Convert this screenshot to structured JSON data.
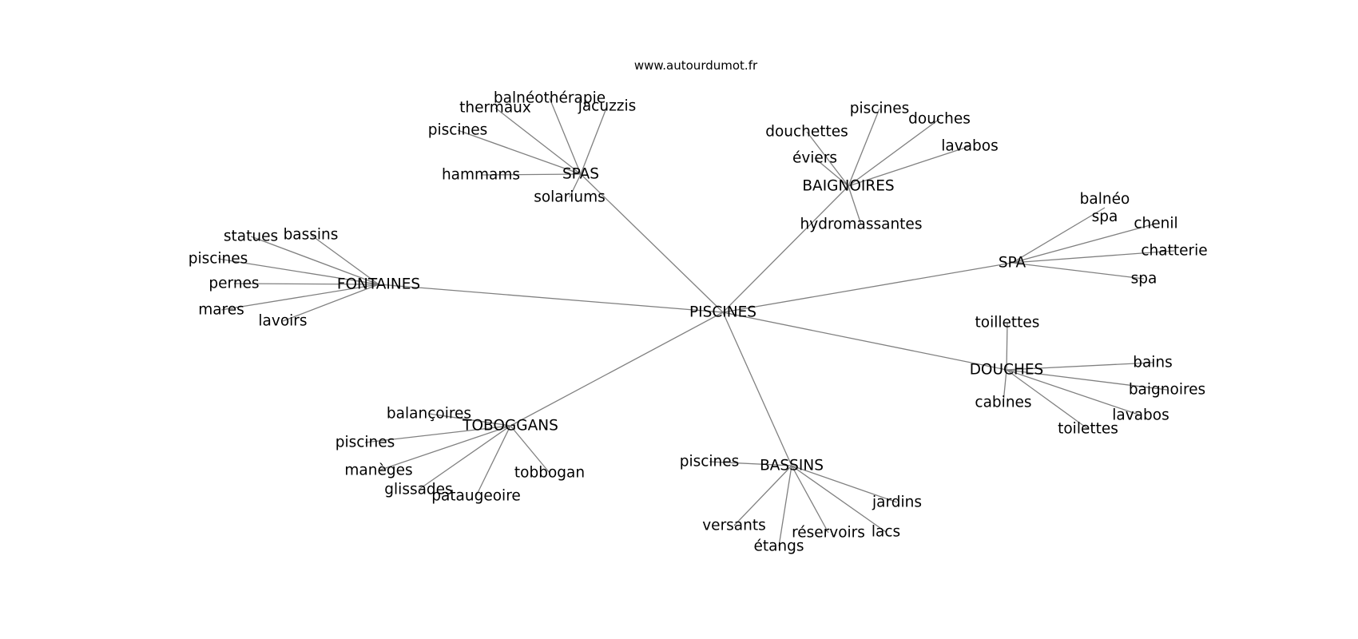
{
  "site": "www.autourdumot.fr",
  "center": "PISCINES",
  "groups": [
    {
      "label": "SPAS",
      "leaves": [
        "balnéothérapie",
        "thermaux",
        "jacuzzis",
        "piscines",
        "hammams",
        "solariums"
      ]
    },
    {
      "label": "BAIGNOIRES",
      "leaves": [
        "piscines",
        "douches",
        "douchettes",
        "lavabos",
        "éviers",
        "hydromassantes"
      ]
    },
    {
      "label": "SPA",
      "leaves": [
        "balnéo spa",
        "chenil",
        "chatterie",
        "spa"
      ]
    },
    {
      "label": "FONTAINES",
      "leaves": [
        "statues",
        "bassins",
        "piscines",
        "pernes",
        "mares",
        "lavoirs"
      ]
    },
    {
      "label": "DOUCHES",
      "leaves": [
        "toillettes",
        "bains",
        "baignoires",
        "cabines",
        "lavabos",
        "toilettes"
      ]
    },
    {
      "label": "TOBOGGANS",
      "leaves": [
        "balançoires",
        "piscines",
        "manèges",
        "glissades",
        "pataugeoire",
        "tobbogan"
      ]
    },
    {
      "label": "BASSINS",
      "leaves": [
        "piscines",
        "jardins",
        "versants",
        "réservoirs",
        "lacs",
        "étangs"
      ]
    }
  ]
}
